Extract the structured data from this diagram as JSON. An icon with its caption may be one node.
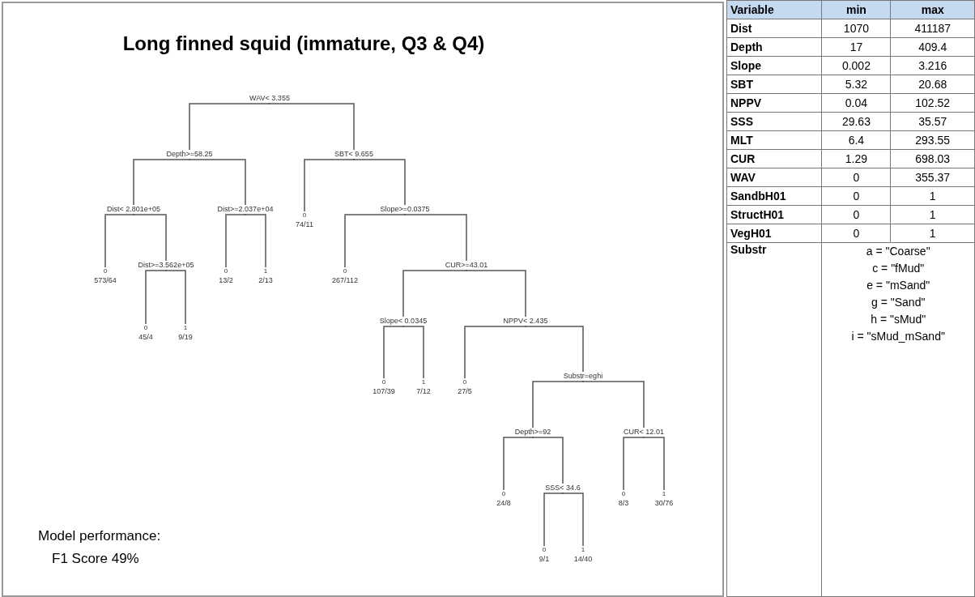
{
  "diagram": {
    "title": "Long finned squid (immature, Q3 & Q4)",
    "nodes": [
      {
        "text": [
          "WAV< 3.355"
        ]
      },
      {
        "text": [
          "Depth>=58.25"
        ]
      },
      {
        "text": [
          "Dist< 2.801e+05"
        ]
      },
      {
        "text": [
          "0",
          "573/64"
        ]
      },
      {
        "text": [
          "Dist>=3.562e+05"
        ]
      },
      {
        "text": [
          "0",
          "45/4"
        ]
      },
      {
        "text": [
          "1",
          "9/19"
        ]
      },
      {
        "text": [
          "Dist>=2.037e+04"
        ]
      },
      {
        "text": [
          "0",
          "13/2"
        ]
      },
      {
        "text": [
          "1",
          "2/13"
        ]
      },
      {
        "text": [
          "SBT< 9.655"
        ]
      },
      {
        "text": [
          "0",
          "74/11"
        ]
      },
      {
        "text": [
          "Slope>=0.0375"
        ]
      },
      {
        "text": [
          "0",
          "267/112"
        ]
      },
      {
        "text": [
          "CUR>=43.01"
        ]
      },
      {
        "text": [
          "Slope< 0.0345"
        ]
      },
      {
        "text": [
          "0",
          "107/39"
        ]
      },
      {
        "text": [
          "1",
          "7/12"
        ]
      },
      {
        "text": [
          "NPPV< 2.435"
        ]
      },
      {
        "text": [
          "0",
          "27/5"
        ]
      },
      {
        "text": [
          "Substr=eghi"
        ]
      },
      {
        "text": [
          "Depth>=92"
        ]
      },
      {
        "text": [
          "0",
          "24/8"
        ]
      },
      {
        "text": [
          "SSS< 34.6"
        ]
      },
      {
        "text": [
          "0",
          "9/1"
        ]
      },
      {
        "text": [
          "1",
          "14/40"
        ]
      },
      {
        "text": [
          "CUR< 12.01"
        ]
      },
      {
        "text": [
          "0",
          "8/3"
        ]
      },
      {
        "text": [
          "1",
          "30/76"
        ]
      }
    ],
    "edges": [
      {
        "from": 0,
        "to": 1,
        "arrow": "none"
      },
      {
        "from": 1,
        "to": 2,
        "arrow": "none"
      },
      {
        "from": 2,
        "to": 3,
        "arrow": "none"
      },
      {
        "from": 2,
        "to": 4,
        "arrow": "none"
      },
      {
        "from": 4,
        "to": 5,
        "arrow": "none"
      },
      {
        "from": 4,
        "to": 6,
        "arrow": "none"
      },
      {
        "from": 1,
        "to": 7,
        "arrow": "none"
      },
      {
        "from": 7,
        "to": 8,
        "arrow": "none"
      },
      {
        "from": 7,
        "to": 9,
        "arrow": "none"
      },
      {
        "from": 0,
        "to": 10,
        "arrow": "none"
      },
      {
        "from": 10,
        "to": 11,
        "arrow": "none"
      },
      {
        "from": 10,
        "to": 12,
        "arrow": "none"
      },
      {
        "from": 12,
        "to": 13,
        "arrow": "none"
      },
      {
        "from": 12,
        "to": 14,
        "arrow": "none"
      },
      {
        "from": 14,
        "to": 15,
        "arrow": "none"
      },
      {
        "from": 15,
        "to": 16,
        "arrow": "none"
      },
      {
        "from": 15,
        "to": 17,
        "arrow": "none"
      },
      {
        "from": 14,
        "to": 18,
        "arrow": "none"
      },
      {
        "from": 18,
        "to": 19,
        "arrow": "none"
      },
      {
        "from": 18,
        "to": 20,
        "arrow": "none"
      },
      {
        "from": 20,
        "to": 21,
        "arrow": "none"
      },
      {
        "from": 21,
        "to": 22,
        "arrow": "none"
      },
      {
        "from": 21,
        "to": 23,
        "arrow": "none"
      },
      {
        "from": 23,
        "to": 24,
        "arrow": "none"
      },
      {
        "from": 23,
        "to": 25,
        "arrow": "none"
      },
      {
        "from": 20,
        "to": 26,
        "arrow": "none"
      },
      {
        "from": 26,
        "to": 27,
        "arrow": "none"
      },
      {
        "from": 26,
        "to": 28,
        "arrow": "none"
      }
    ],
    "labels": [
      "Model performance:",
      "F1 Score 49%",
      "Variable",
      "min",
      "max",
      "Dist",
      "1070",
      "411187",
      "Depth",
      "17",
      "409.4",
      "Slope",
      "0.002",
      "3.216",
      "SBT",
      "5.32",
      "20.68",
      "NPPV",
      "0.04",
      "102.52",
      "SSS",
      "29.63",
      "35.57",
      "MLT",
      "6.4",
      "293.55",
      "CUR",
      "1.29",
      "698.03",
      "WAV",
      "0",
      "355.37",
      "SandbH01",
      "0",
      "1",
      "StructH01",
      "0",
      "1",
      "VegH01",
      "0",
      "1",
      "Substr",
      "a = \"Coarse\"",
      "c = \"fMud\"",
      "e = \"mSand\"",
      "g = \"Sand\"",
      "h = \"sMud\"",
      "i = \"sMud_mSand\""
    ]
  }
}
